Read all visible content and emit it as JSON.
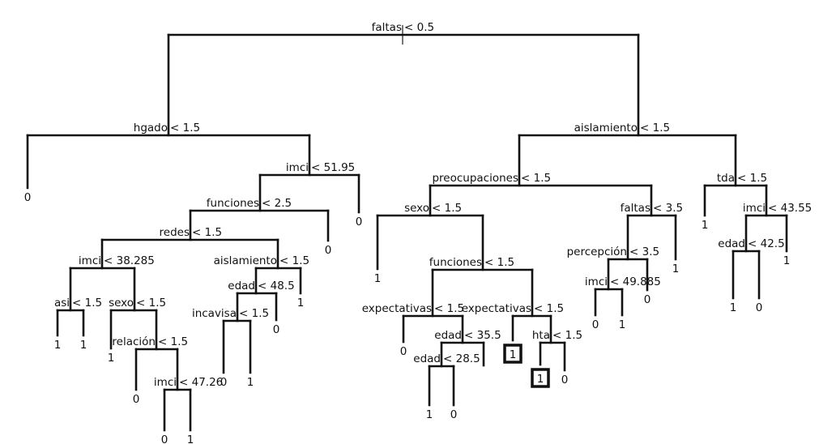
{
  "title": "Classification tree",
  "nodes": [
    {
      "id": "n0",
      "var": "faltas",
      "op": "<",
      "thr": "0.5",
      "split": true
    },
    {
      "id": "n1",
      "var": "hgado",
      "op": "<",
      "thr": "1.5",
      "split": true
    },
    {
      "id": "n2",
      "leaf": "0"
    },
    {
      "id": "n3",
      "var": "imci",
      "op": "<",
      "thr": "51.95",
      "split": true
    },
    {
      "id": "n4",
      "var": "funciones",
      "op": "<",
      "thr": "2.5",
      "split": true
    },
    {
      "id": "n5",
      "leaf": "0"
    },
    {
      "id": "n6",
      "var": "redes",
      "op": "<",
      "thr": "1.5",
      "split": true
    },
    {
      "id": "n7",
      "leaf": "0"
    },
    {
      "id": "n8",
      "var": "imci",
      "op": "<",
      "thr": "38.285",
      "split": true
    },
    {
      "id": "n9",
      "var": "aislamiento",
      "op": "<",
      "thr": "1.5",
      "split": true
    },
    {
      "id": "n10",
      "var": "asi",
      "op": "<",
      "thr": "1.5",
      "split": true
    },
    {
      "id": "n11",
      "var": "sexo",
      "op": "<",
      "thr": "1.5",
      "split": true
    },
    {
      "id": "n12",
      "leaf": "1"
    },
    {
      "id": "n13",
      "leaf": "1"
    },
    {
      "id": "n14",
      "leaf": "1"
    },
    {
      "id": "n15",
      "var": "relación",
      "op": "<",
      "thr": "1.5",
      "split": true
    },
    {
      "id": "n16",
      "leaf": "0"
    },
    {
      "id": "n17",
      "var": "imci",
      "op": "<",
      "thr": "47.26",
      "split": true
    },
    {
      "id": "n18",
      "leaf": "0"
    },
    {
      "id": "n19",
      "leaf": "1"
    },
    {
      "id": "n20",
      "var": "edad",
      "op": "<",
      "thr": "48.5",
      "split": true
    },
    {
      "id": "n21",
      "leaf": "1"
    },
    {
      "id": "n22",
      "var": "incavisa",
      "op": "<",
      "thr": "1.5",
      "split": true
    },
    {
      "id": "n23",
      "leaf": "0"
    },
    {
      "id": "n24",
      "leaf": "0"
    },
    {
      "id": "n25",
      "leaf": "1"
    },
    {
      "id": "n26",
      "var": "aislamiento",
      "op": "<",
      "thr": "1.5",
      "split": true
    },
    {
      "id": "n27",
      "var": "preocupaciones",
      "op": "<",
      "thr": "1.5",
      "split": true
    },
    {
      "id": "n28",
      "var": "tda",
      "op": "<",
      "thr": "1.5",
      "split": true
    },
    {
      "id": "n29",
      "var": "sexo",
      "op": "<",
      "thr": "1.5",
      "split": true
    },
    {
      "id": "n30",
      "var": "faltas",
      "op": "<",
      "thr": "3.5",
      "split": true
    },
    {
      "id": "n31",
      "leaf": "1"
    },
    {
      "id": "n32",
      "var": "funciones",
      "op": "<",
      "thr": "1.5",
      "split": true
    },
    {
      "id": "n33",
      "var": "expectativas",
      "op": "<",
      "thr": "1.5",
      "split": true
    },
    {
      "id": "n34",
      "var": "expectativas",
      "op": "<",
      "thr": "1.5",
      "split": true
    },
    {
      "id": "n35",
      "leaf": "0"
    },
    {
      "id": "n36",
      "var": "edad",
      "op": "<",
      "thr": "35.5",
      "split": true
    },
    {
      "id": "n37",
      "var": "edad",
      "op": "<",
      "thr": "28.5",
      "split": true
    },
    {
      "id": "n38",
      "leaf": ""
    },
    {
      "id": "n39",
      "leaf": "1"
    },
    {
      "id": "n40",
      "leaf": "0"
    },
    {
      "id": "n41",
      "leaf": "1",
      "highlight": true
    },
    {
      "id": "n42",
      "var": "hta",
      "op": "<",
      "thr": "1.5",
      "split": true
    },
    {
      "id": "n43",
      "leaf": "1",
      "highlight": true
    },
    {
      "id": "n44",
      "leaf": "0"
    },
    {
      "id": "n45",
      "var": "percepción",
      "op": "<",
      "thr": "3.5",
      "split": true
    },
    {
      "id": "n46",
      "leaf": "1"
    },
    {
      "id": "n47",
      "var": "imci",
      "op": "<",
      "thr": "49.885",
      "split": true
    },
    {
      "id": "n48",
      "leaf": "0"
    },
    {
      "id": "n49",
      "leaf": "0"
    },
    {
      "id": "n50",
      "leaf": "1"
    },
    {
      "id": "n51",
      "leaf": "1"
    },
    {
      "id": "n52",
      "var": "imci",
      "op": "<",
      "thr": "43.55",
      "split": true
    },
    {
      "id": "n53",
      "var": "edad",
      "op": "<",
      "thr": "42.5",
      "split": true
    },
    {
      "id": "n54",
      "leaf": "1"
    },
    {
      "id": "n55",
      "leaf": "1"
    },
    {
      "id": "n56",
      "leaf": "0"
    }
  ],
  "edges": [
    [
      "n0",
      "n1"
    ],
    [
      "n0",
      "n26"
    ],
    [
      "n1",
      "n2"
    ],
    [
      "n1",
      "n3"
    ],
    [
      "n3",
      "n4"
    ],
    [
      "n3",
      "n5"
    ],
    [
      "n4",
      "n6"
    ],
    [
      "n4",
      "n7"
    ],
    [
      "n6",
      "n8"
    ],
    [
      "n6",
      "n9"
    ],
    [
      "n8",
      "n10"
    ],
    [
      "n8",
      "n11"
    ],
    [
      "n10",
      "n12"
    ],
    [
      "n10",
      "n13"
    ],
    [
      "n11",
      "n14"
    ],
    [
      "n11",
      "n15"
    ],
    [
      "n15",
      "n16"
    ],
    [
      "n15",
      "n17"
    ],
    [
      "n17",
      "n18"
    ],
    [
      "n17",
      "n19"
    ],
    [
      "n9",
      "n20"
    ],
    [
      "n9",
      "n21"
    ],
    [
      "n20",
      "n22"
    ],
    [
      "n20",
      "n23"
    ],
    [
      "n22",
      "n24"
    ],
    [
      "n22",
      "n25"
    ],
    [
      "n26",
      "n27"
    ],
    [
      "n26",
      "n28"
    ],
    [
      "n27",
      "n29"
    ],
    [
      "n27",
      "n30"
    ],
    [
      "n29",
      "n31"
    ],
    [
      "n29",
      "n32"
    ],
    [
      "n32",
      "n33"
    ],
    [
      "n32",
      "n34"
    ],
    [
      "n33",
      "n35"
    ],
    [
      "n33",
      "n36"
    ],
    [
      "n36",
      "n37"
    ],
    [
      "n36",
      "n38"
    ],
    [
      "n37",
      "n39"
    ],
    [
      "n37",
      "n40"
    ],
    [
      "n34",
      "n41"
    ],
    [
      "n34",
      "n42"
    ],
    [
      "n42",
      "n43"
    ],
    [
      "n42",
      "n44"
    ],
    [
      "n30",
      "n45"
    ],
    [
      "n30",
      "n46"
    ],
    [
      "n45",
      "n47"
    ],
    [
      "n45",
      "n48"
    ],
    [
      "n47",
      "n49"
    ],
    [
      "n47",
      "n50"
    ],
    [
      "n28",
      "n51"
    ],
    [
      "n28",
      "n52"
    ],
    [
      "n52",
      "n53"
    ],
    [
      "n52",
      "n54"
    ],
    [
      "n53",
      "n55"
    ],
    [
      "n53",
      "n56"
    ]
  ]
}
